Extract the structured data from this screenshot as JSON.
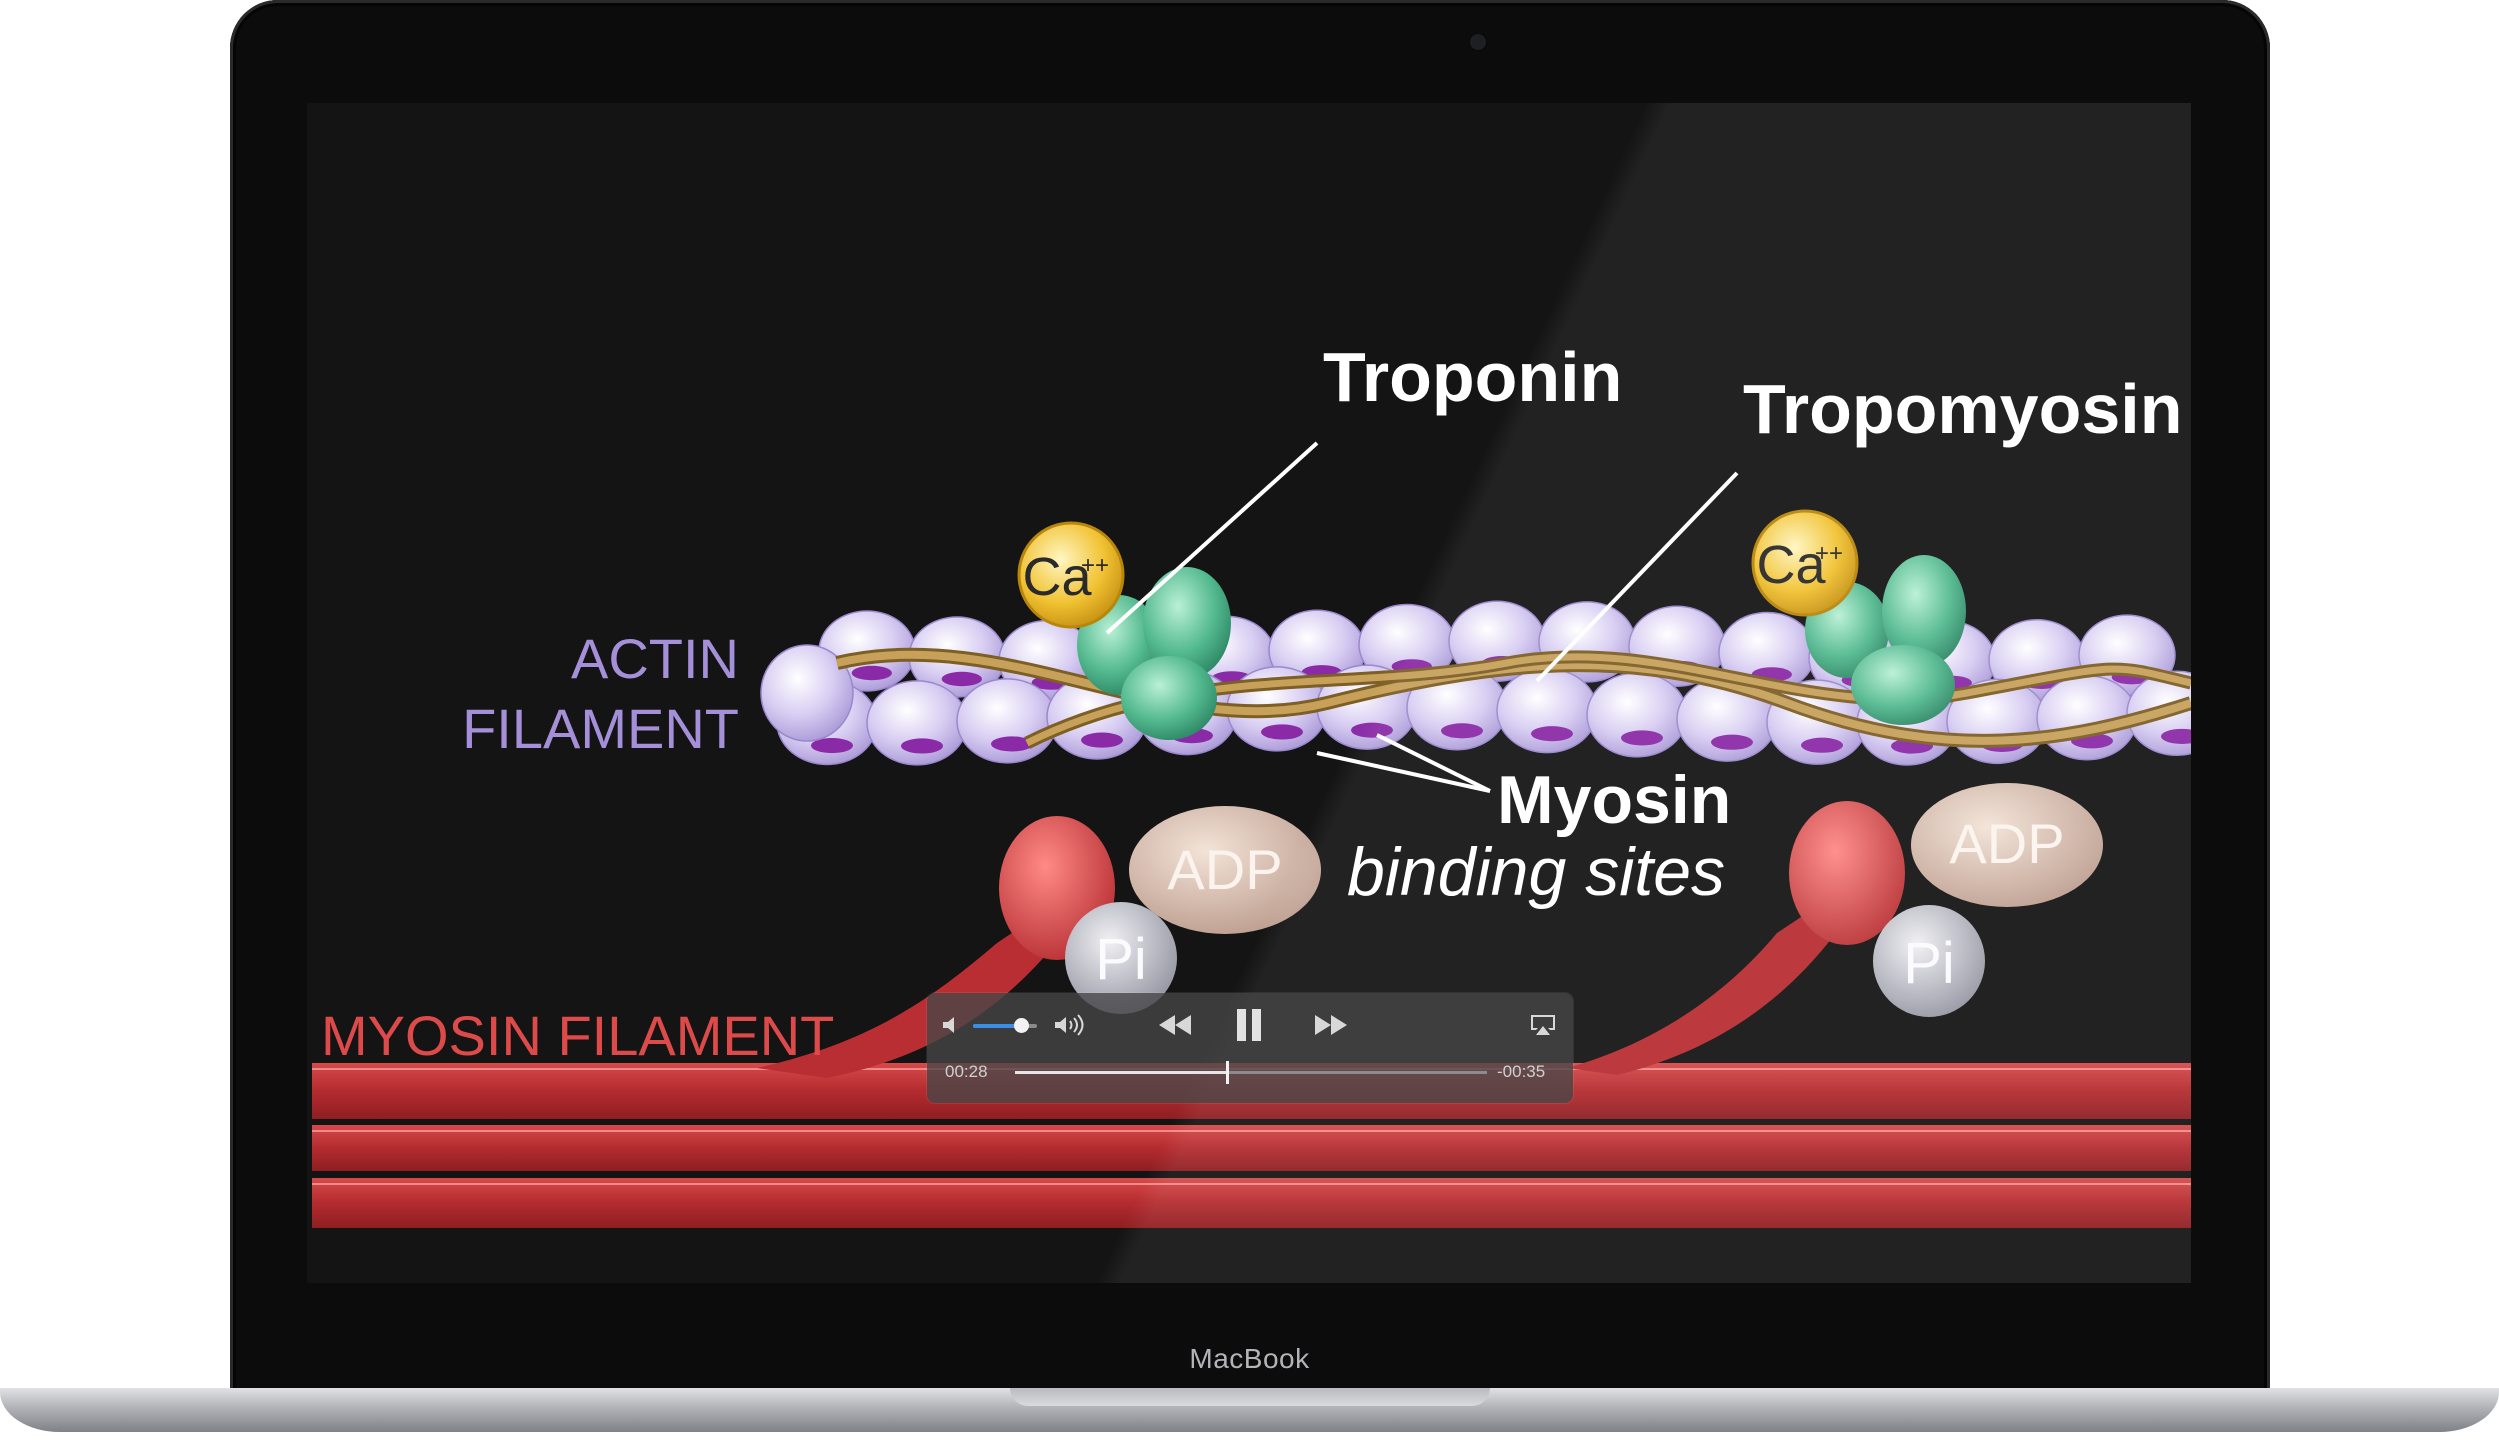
{
  "device": {
    "label": "MacBook"
  },
  "video": {
    "labels": {
      "troponin": "Troponin",
      "tropomyosin": "Tropomyosin",
      "actin_line1": "ACTIN",
      "actin_line2": "FILAMENT",
      "ca": "Ca",
      "ca_superscript": "++",
      "myosin_sites_line1": "Myosin",
      "myosin_sites_line2": "binding sites",
      "adp": "ADP",
      "pi": "Pi",
      "myosin_filament": "MYOSIN FILAMENT"
    },
    "colors": {
      "actin": "#c8b8ea",
      "binding_site": "#8a2aa6",
      "tropomyosin": "#a98440",
      "troponin": "#4fb38a",
      "calcium": "#f1c232",
      "myosin": "#b52f33",
      "adp": "#ceb3a2",
      "pi": "#b9b9c4",
      "actin_label": "#a48fd8",
      "myosin_label": "#dd4a4a"
    }
  },
  "player": {
    "elapsed": "00:28",
    "remaining": "-00:35",
    "progress": 0.45,
    "volume": 0.75,
    "state": "playing",
    "icons": {
      "volume_low": "speaker-low-icon",
      "volume_high": "speaker-high-icon",
      "rewind": "rewind-icon",
      "pause": "pause-icon",
      "fast_forward": "fast-forward-icon",
      "airplay": "airplay-icon"
    }
  }
}
